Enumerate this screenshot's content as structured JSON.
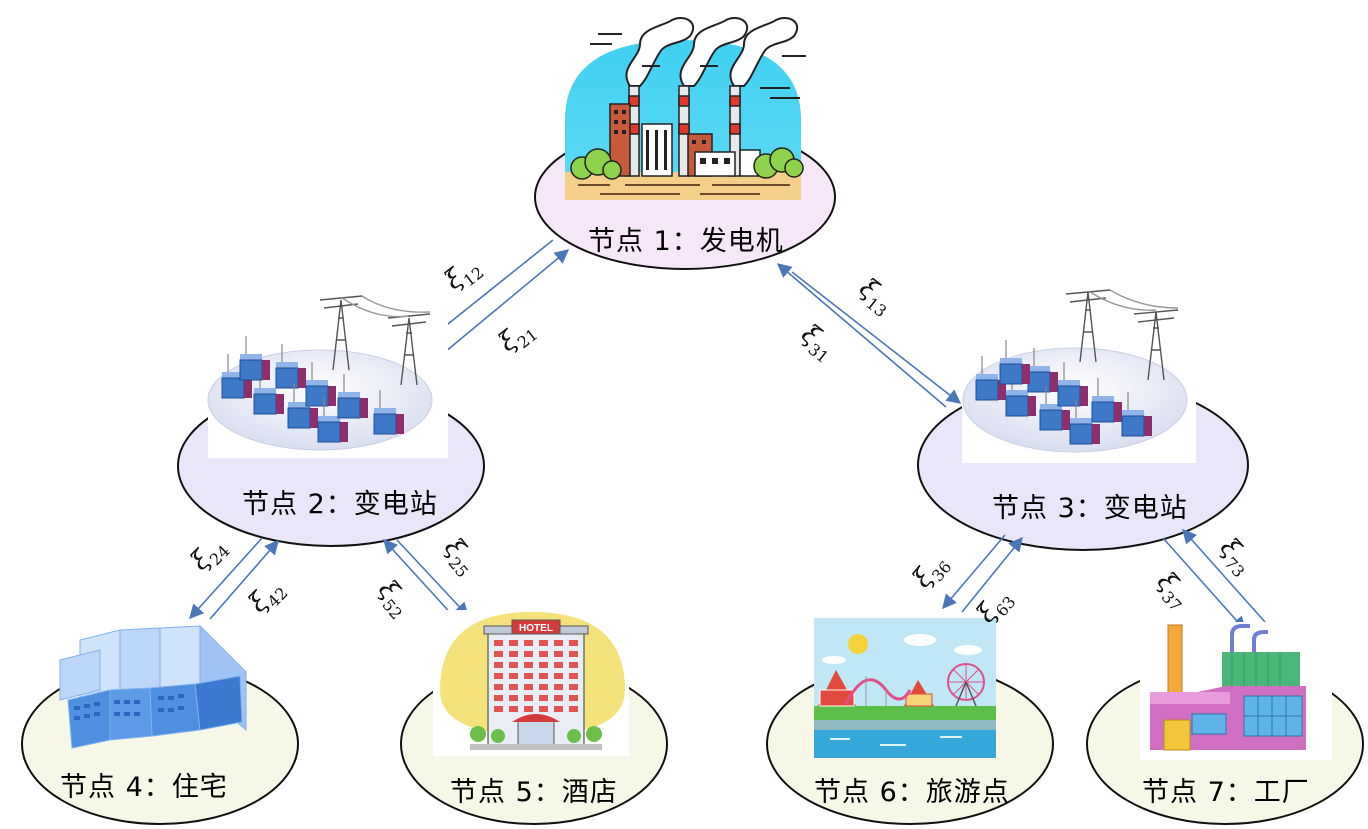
{
  "nodes": {
    "n1": {
      "label": "节点 1：发电机",
      "fill": "#f6e7f8"
    },
    "n2": {
      "label": "节点 2：变电站",
      "fill": "#e8e6f8"
    },
    "n3": {
      "label": "节点 3：变电站",
      "fill": "#e8e6f8"
    },
    "n4": {
      "label": "节点 4：住宅",
      "fill": "#f6f7e6"
    },
    "n5": {
      "label": "节点 5：酒店",
      "fill": "#f6f7e6"
    },
    "n6": {
      "label": "节点 6：旅游点",
      "fill": "#f6f7e6"
    },
    "n7": {
      "label": "节点 7：工厂",
      "fill": "#f6f7e6"
    }
  },
  "edges": [
    {
      "id": "12",
      "symbol": "ξ"
    },
    {
      "id": "21",
      "symbol": "ξ"
    },
    {
      "id": "13",
      "symbol": "ξ"
    },
    {
      "id": "31",
      "symbol": "ξ"
    },
    {
      "id": "24",
      "symbol": "ξ"
    },
    {
      "id": "42",
      "symbol": "ξ"
    },
    {
      "id": "25",
      "symbol": "ξ"
    },
    {
      "id": "52",
      "symbol": "ξ"
    },
    {
      "id": "36",
      "symbol": "ξ"
    },
    {
      "id": "63",
      "symbol": "ξ"
    },
    {
      "id": "37",
      "symbol": "ξ"
    },
    {
      "id": "73",
      "symbol": "ξ"
    }
  ],
  "hotel_sign": "HOTEL",
  "colors": {
    "arrow": "#4a77b8",
    "ellipse_stroke": "#111111",
    "sky": "#48d3f0",
    "brick": "#c75a3a",
    "building": "#4f8fe0",
    "substation": "#3d78c9",
    "factory_pink": "#d06fc1",
    "factory_green": "#4bb57a",
    "hotel_sun": "#f6e27a"
  },
  "icons": [
    "power-plant-icon",
    "substation-icon",
    "substation-icon",
    "residential-building-icon",
    "hotel-icon",
    "amusement-park-icon",
    "factory-icon"
  ]
}
